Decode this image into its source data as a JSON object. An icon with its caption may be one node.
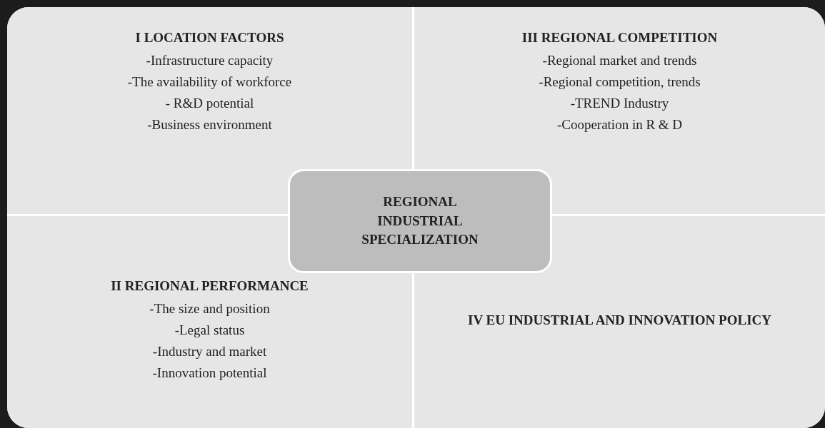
{
  "diagram": {
    "nodes": [
      {
        "text": [
          "I LOCATION FACTORS",
          "-Infrastructure capacity",
          "-The availability of workforce",
          "- R&D potential",
          "-Business environment"
        ]
      },
      {
        "text": [
          "III REGIONAL COMPETITION",
          "-Regional market and trends",
          "-Regional competition, trends",
          "-TREND Industry",
          "-Cooperation in R & D"
        ]
      },
      {
        "text": [
          "REGIONAL INDUSTRIAL SPECIALIZATION"
        ]
      },
      {
        "text": [
          "II REGIONAL PERFORMANCE",
          "-The size and position",
          "-Legal status",
          "-Industry and market",
          "-Innovation potential"
        ]
      },
      {
        "text": [
          "IV EU INDUSTRIAL AND INNOVATION POLICY"
        ]
      }
    ]
  }
}
